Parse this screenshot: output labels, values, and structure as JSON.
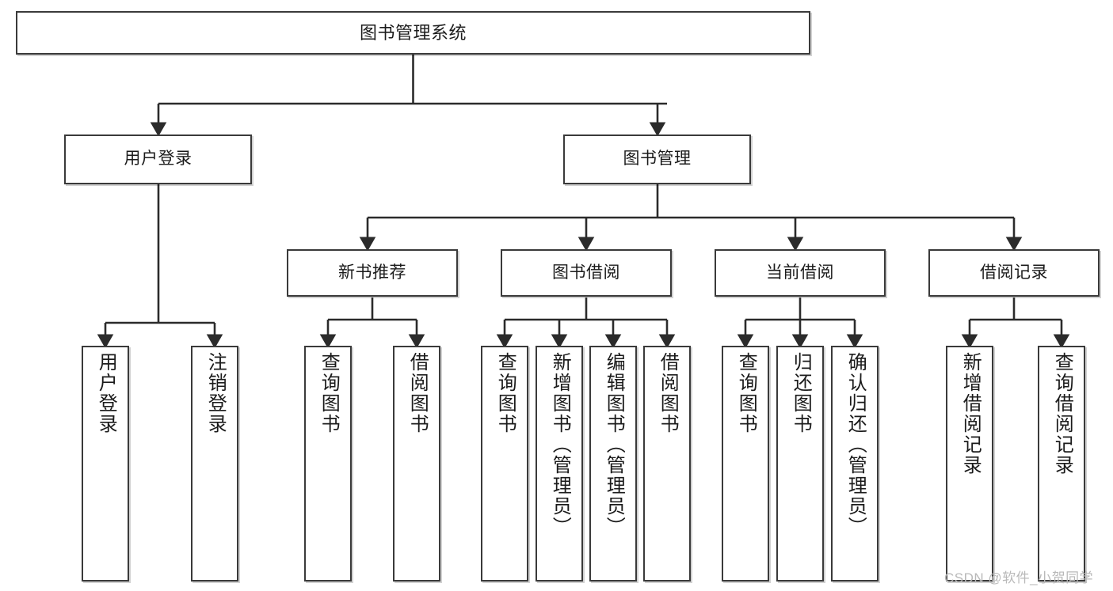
{
  "diagram": {
    "title": "图书管理系统",
    "type": "tree-hierarchy",
    "watermark": "CSDN @软件_小贺同学",
    "colors": {
      "box_border": "#3a3a3a",
      "box_fill": "#ffffff",
      "edge": "#2b2b2b",
      "text": "#1b1b1b",
      "watermark": "#b9b9b9",
      "background": "#ffffff"
    }
  },
  "nodes": {
    "root": {
      "id": "root",
      "label": "图书管理系统",
      "level": 1
    },
    "level2": [
      {
        "id": "user-login",
        "label": "用户登录",
        "level": 2
      },
      {
        "id": "book-manage",
        "label": "图书管理",
        "level": 2
      }
    ],
    "level3": [
      {
        "id": "new-book-rec",
        "label": "新书推荐",
        "level": 3,
        "parent": "book-manage"
      },
      {
        "id": "book-borrow",
        "label": "图书借阅",
        "level": 3,
        "parent": "book-manage"
      },
      {
        "id": "current-borrow",
        "label": "当前借阅",
        "level": 3,
        "parent": "book-manage"
      },
      {
        "id": "borrow-record",
        "label": "借阅记录",
        "level": 3,
        "parent": "book-manage"
      }
    ],
    "leaves": [
      {
        "id": "leaf-user-login",
        "label": "用户登录",
        "parent": "user-login"
      },
      {
        "id": "leaf-logout",
        "label": "注销登录",
        "parent": "user-login"
      },
      {
        "id": "leaf-query-book-1",
        "label": "查询图书",
        "parent": "new-book-rec"
      },
      {
        "id": "leaf-borrow-book-1",
        "label": "借阅图书",
        "parent": "new-book-rec"
      },
      {
        "id": "leaf-query-book-2",
        "label": "查询图书",
        "parent": "book-borrow"
      },
      {
        "id": "leaf-add-book",
        "label": "新增图书（管理员）",
        "parent": "book-borrow"
      },
      {
        "id": "leaf-edit-book",
        "label": "编辑图书（管理员）",
        "parent": "book-borrow"
      },
      {
        "id": "leaf-borrow-book-2",
        "label": "借阅图书",
        "parent": "book-borrow"
      },
      {
        "id": "leaf-query-book-3",
        "label": "查询图书",
        "parent": "current-borrow"
      },
      {
        "id": "leaf-return-book",
        "label": "归还图书",
        "parent": "current-borrow"
      },
      {
        "id": "leaf-confirm-return",
        "label": "确认归还（管理员）",
        "parent": "current-borrow"
      },
      {
        "id": "leaf-add-record",
        "label": "新增借阅记录",
        "parent": "borrow-record"
      },
      {
        "id": "leaf-query-record",
        "label": "查询借阅记录",
        "parent": "borrow-record"
      }
    ]
  }
}
